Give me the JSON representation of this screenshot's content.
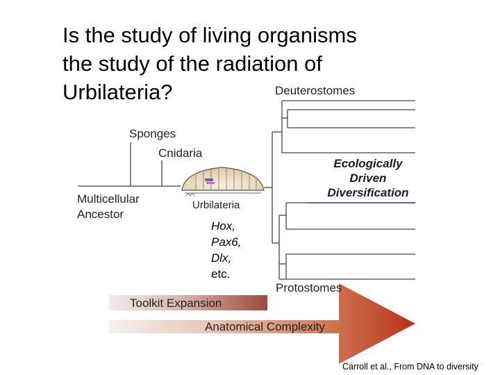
{
  "title_lines": [
    "Is the study of living organisms",
    "the study of the radiation of",
    "Urbilateria?"
  ],
  "diagram": {
    "labels": {
      "deuterostomes": "Deuterostomes",
      "protostomes": "Protostomes",
      "sponges": "Sponges",
      "cnidaria": "Cnidaria",
      "multicellular_ancestor_line1": "Multicellular",
      "multicellular_ancestor_line2": "Ancestor",
      "urbilateria": "Urbilateria"
    },
    "genes": [
      "Hox,",
      "Pax6,",
      "Dlx,",
      "etc."
    ],
    "ecological_lines": [
      "Ecologically",
      "Driven",
      "Diversification"
    ],
    "bars": {
      "toolkit": "Toolkit Expansion",
      "anatomical": "Anatomical Complexity"
    },
    "colors": {
      "tree_lines": "#444444",
      "toolkit_dark": "#9a4a3c",
      "anatomical_dark": "#b8321a",
      "accent_underline": "#3a3ab0"
    }
  },
  "credit": "Carroll et al., From DNA to diversity"
}
